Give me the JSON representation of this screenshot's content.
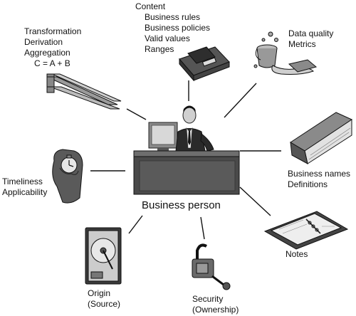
{
  "center": {
    "label": "Business person"
  },
  "topics": {
    "transformation": {
      "lines": [
        "Transformation",
        "Derivation",
        "Aggregation",
        "C = A + B"
      ],
      "icon": "steel-beam-icon"
    },
    "content": {
      "heading": "Content",
      "lines": [
        "Business rules",
        "Business policies",
        "Valid values",
        "Ranges"
      ],
      "icon": "cash-register-icon"
    },
    "data_quality": {
      "lines": [
        "Data quality",
        "Metrics"
      ],
      "icon": "paint-bucket-spill-icon"
    },
    "business_names": {
      "lines": [
        "Business names",
        "Definitions"
      ],
      "icon": "book-icon"
    },
    "notes": {
      "lines": [
        "Notes"
      ],
      "icon": "binder-planner-icon"
    },
    "security": {
      "lines": [
        "Security",
        "(Ownership)"
      ],
      "icon": "padlock-key-icon"
    },
    "origin": {
      "lines": [
        "Origin",
        "(Source)"
      ],
      "icon": "hard-disk-icon"
    },
    "timeliness": {
      "lines": [
        "Timeliness",
        "Applicability"
      ],
      "icon": "hand-stopwatch-icon"
    }
  }
}
